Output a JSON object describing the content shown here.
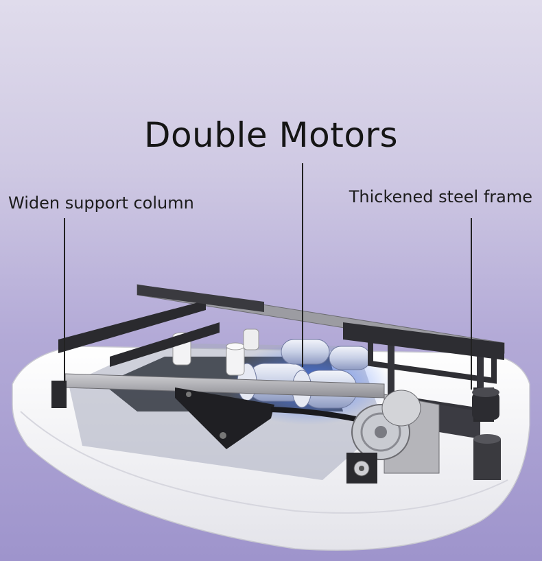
{
  "title": "Double Motors",
  "callouts": {
    "left": "Widen support column",
    "right": "Thickened steel frame"
  }
}
